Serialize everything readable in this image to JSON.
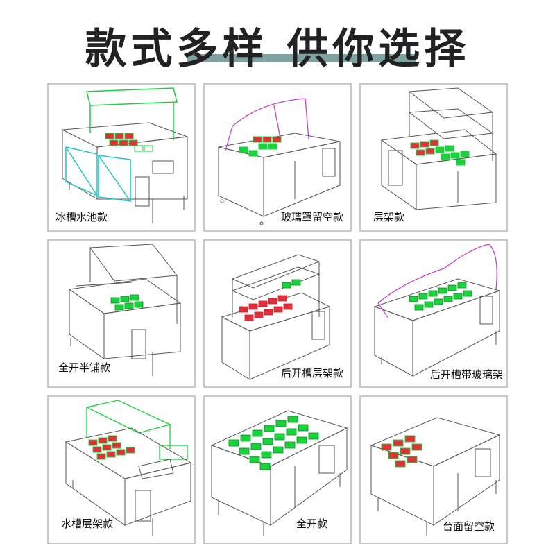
{
  "title": "款式多样 供你选择",
  "colors": {
    "accent_bar": "#7fa2a2",
    "pan_green": "#19d23c",
    "pan_red": "#e0303a",
    "glass_cyan": "#22c6c6",
    "glass_purple": "#c93fd1",
    "outline": "#555555"
  },
  "items": [
    {
      "label": "冰槽水池款"
    },
    {
      "label": "玻璃罩留空款"
    },
    {
      "label": "层架款"
    },
    {
      "label": "全开半铺款"
    },
    {
      "label": "后开槽层架款"
    },
    {
      "label": "后开槽带玻璃架"
    },
    {
      "label": "水槽层架款"
    },
    {
      "label": "全开款"
    },
    {
      "label": "台面留空款"
    }
  ]
}
